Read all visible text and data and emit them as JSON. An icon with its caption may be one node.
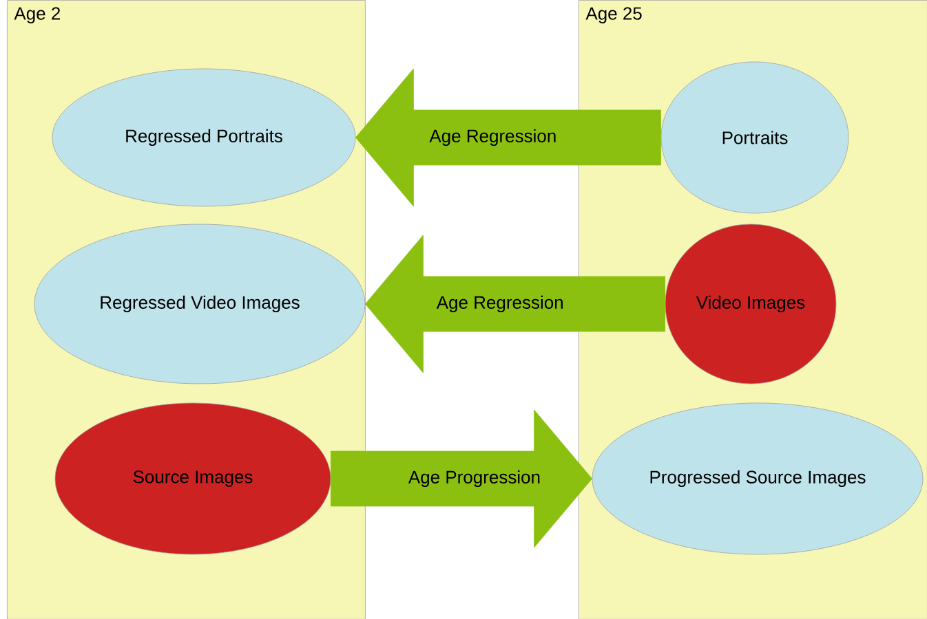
{
  "diagram": {
    "nodes": [
      {
        "text": [
          "Age 2"
        ]
      },
      {
        "text": [
          "Regressed Portraits"
        ],
        "in": 0
      },
      {
        "text": [
          "Regressed Video Images"
        ],
        "in": 0
      },
      {
        "text": [
          "Source Images"
        ],
        "in": 0
      },
      {
        "text": [
          "Age 25"
        ]
      },
      {
        "text": [
          "Portraits"
        ],
        "in": 4
      },
      {
        "text": [
          "Video Images"
        ],
        "in": 4
      },
      {
        "text": [
          "Progressed Source Images"
        ],
        "in": 4
      }
    ],
    "edges": [
      {
        "from": 5,
        "to": 1,
        "arrow": "to",
        "label": "Age Regression"
      },
      {
        "from": 6,
        "to": 2,
        "arrow": "to",
        "label": "Age Regression"
      },
      {
        "from": 3,
        "to": 7,
        "arrow": "to",
        "label": "Age Progression"
      }
    ]
  }
}
